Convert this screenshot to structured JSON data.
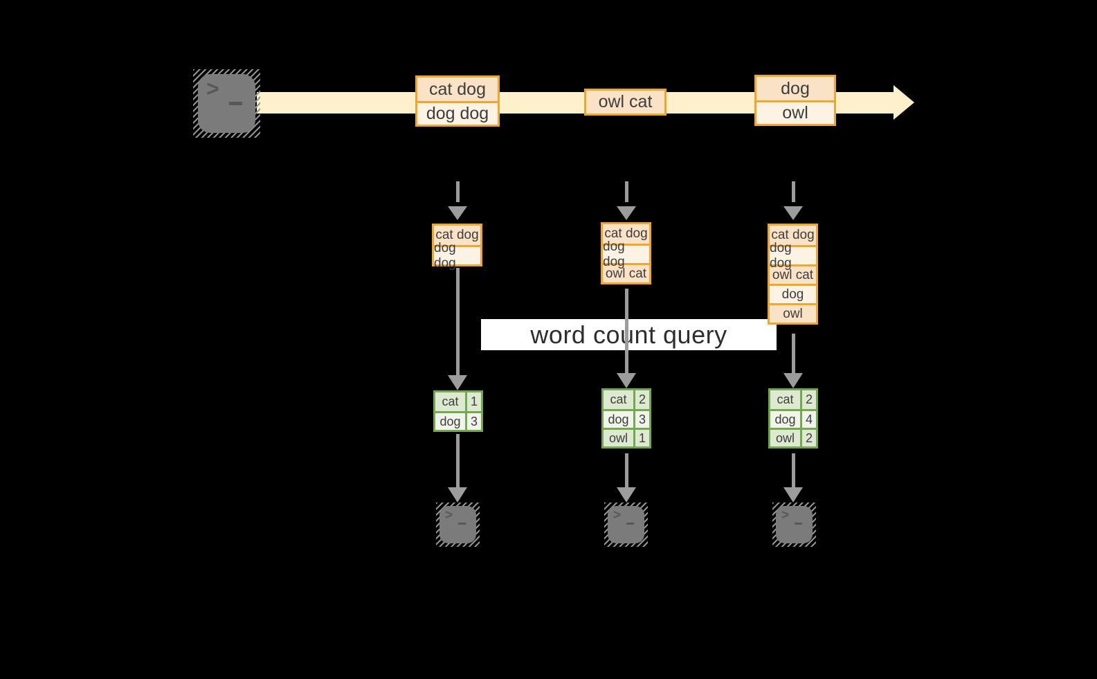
{
  "diagram": {
    "query_label": "word count query",
    "prompt_glyph": ">",
    "timeline_events": [
      {
        "cells": [
          "cat dog",
          "dog dog"
        ]
      },
      {
        "cells": [
          "owl cat"
        ]
      },
      {
        "cells": [
          "dog",
          "owl"
        ]
      }
    ],
    "buffers": [
      {
        "cells": [
          "cat dog",
          "dog dog"
        ]
      },
      {
        "cells": [
          "cat dog",
          "dog dog",
          "owl cat"
        ]
      },
      {
        "cells": [
          "cat dog",
          "dog dog",
          "owl cat",
          "dog",
          "owl"
        ]
      }
    ],
    "count_tables": [
      {
        "rows": [
          [
            "cat",
            "1"
          ],
          [
            "dog",
            "3"
          ]
        ]
      },
      {
        "rows": [
          [
            "cat",
            "2"
          ],
          [
            "dog",
            "3"
          ],
          [
            "owl",
            "1"
          ]
        ]
      },
      {
        "rows": [
          [
            "cat",
            "2"
          ],
          [
            "dog",
            "4"
          ],
          [
            "owl",
            "2"
          ]
        ]
      }
    ],
    "colors": {
      "background": "#000000",
      "stream_band": "#fdf0cb",
      "event_border": "#f0a62b",
      "event_fill_dark": "#f9e2c5",
      "event_fill_light": "#fdf3e5",
      "table_border": "#74a84e",
      "table_fill_dark": "#dde9d0",
      "table_fill_light": "#f0f4ea",
      "arrow_gray": "#9c9c9c",
      "terminal_gray": "#7b7b7b",
      "query_band_bg": "#ffffff",
      "text": "#3d3d3d"
    }
  }
}
